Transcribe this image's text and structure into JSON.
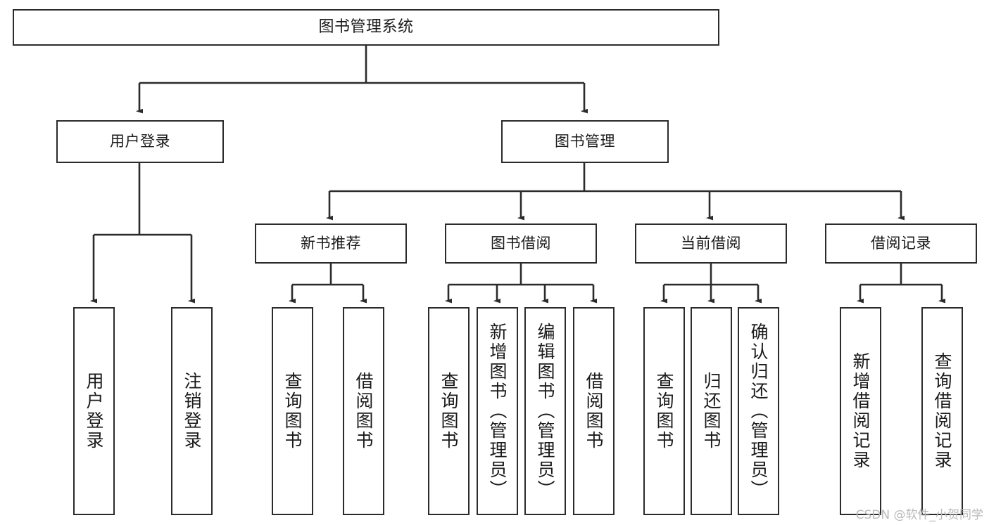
{
  "diagram": {
    "title": "图书管理系统",
    "watermark": "CSDN @软件_小贺同学",
    "stroke_color": "#2b2b2b",
    "fill_color": "#ffffff",
    "text_color": "#1a1a1a",
    "watermark_color": "#b9b9b9"
  },
  "nodes": {
    "root": {
      "label": "图书管理系统"
    },
    "level2": [
      {
        "label": "用户登录"
      },
      {
        "label": "图书管理"
      }
    ],
    "level3": [
      {
        "label": "新书推荐"
      },
      {
        "label": "图书借阅"
      },
      {
        "label": "当前借阅"
      },
      {
        "label": "借阅记录"
      }
    ],
    "leaves": {
      "user_login": [
        {
          "label": "用户登录"
        },
        {
          "label": "注销登录"
        }
      ],
      "new_book_recommend": [
        {
          "label": "查询图书"
        },
        {
          "label": "借阅图书"
        }
      ],
      "book_borrow": [
        {
          "label": "查询图书"
        },
        {
          "label": "新增图书（管理员）"
        },
        {
          "label": "编辑图书（管理员）"
        },
        {
          "label": "借阅图书"
        }
      ],
      "current_borrow": [
        {
          "label": "查询图书"
        },
        {
          "label": "归还图书"
        },
        {
          "label": "确认归还（管理员）"
        }
      ],
      "borrow_record": [
        {
          "label": "新增借阅记录"
        },
        {
          "label": "查询借阅记录"
        }
      ]
    }
  },
  "chart_data": {
    "type": "tree-diagram",
    "title": "图书管理系统",
    "orientation": "top-down",
    "tree": {
      "name": "图书管理系统",
      "children": [
        {
          "name": "用户登录",
          "children": [
            {
              "name": "用户登录"
            },
            {
              "name": "注销登录"
            }
          ]
        },
        {
          "name": "图书管理",
          "children": [
            {
              "name": "新书推荐",
              "children": [
                {
                  "name": "查询图书"
                },
                {
                  "name": "借阅图书"
                }
              ]
            },
            {
              "name": "图书借阅",
              "children": [
                {
                  "name": "查询图书"
                },
                {
                  "name": "新增图书（管理员）"
                },
                {
                  "name": "编辑图书（管理员）"
                },
                {
                  "name": "借阅图书"
                }
              ]
            },
            {
              "name": "当前借阅",
              "children": [
                {
                  "name": "查询图书"
                },
                {
                  "name": "归还图书"
                },
                {
                  "name": "确认归还（管理员）"
                }
              ]
            },
            {
              "name": "借阅记录",
              "children": [
                {
                  "name": "新增借阅记录"
                },
                {
                  "name": "查询借阅记录"
                }
              ]
            }
          ]
        }
      ]
    }
  }
}
